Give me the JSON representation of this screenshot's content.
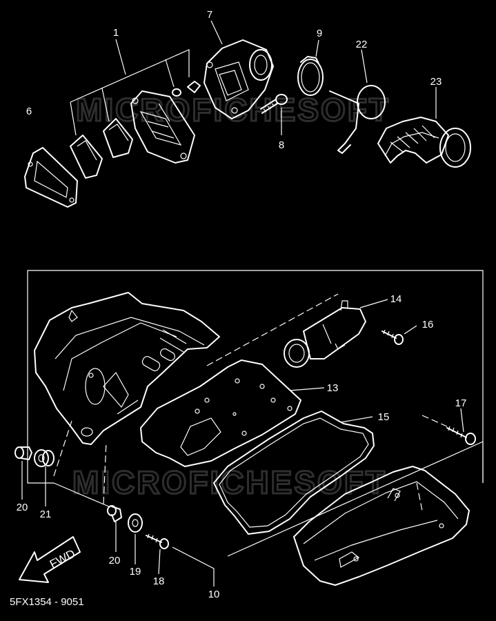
{
  "diagram": {
    "part_numbers": {
      "p1": "1",
      "p6": "6",
      "p7": "7",
      "p8": "8",
      "p9": "9",
      "p22": "22",
      "p23": "23",
      "p14": "14",
      "p16": "16",
      "p13": "13",
      "p15": "15",
      "p17": "17",
      "p20a": "20",
      "p21": "21",
      "p20b": "20",
      "p19": "19",
      "p18": "18",
      "p10": "10"
    },
    "fwd_arrow_label": "FWD",
    "drawing_code": "5FX1354 - 9051",
    "watermark": "MICROFICHESOFT"
  }
}
